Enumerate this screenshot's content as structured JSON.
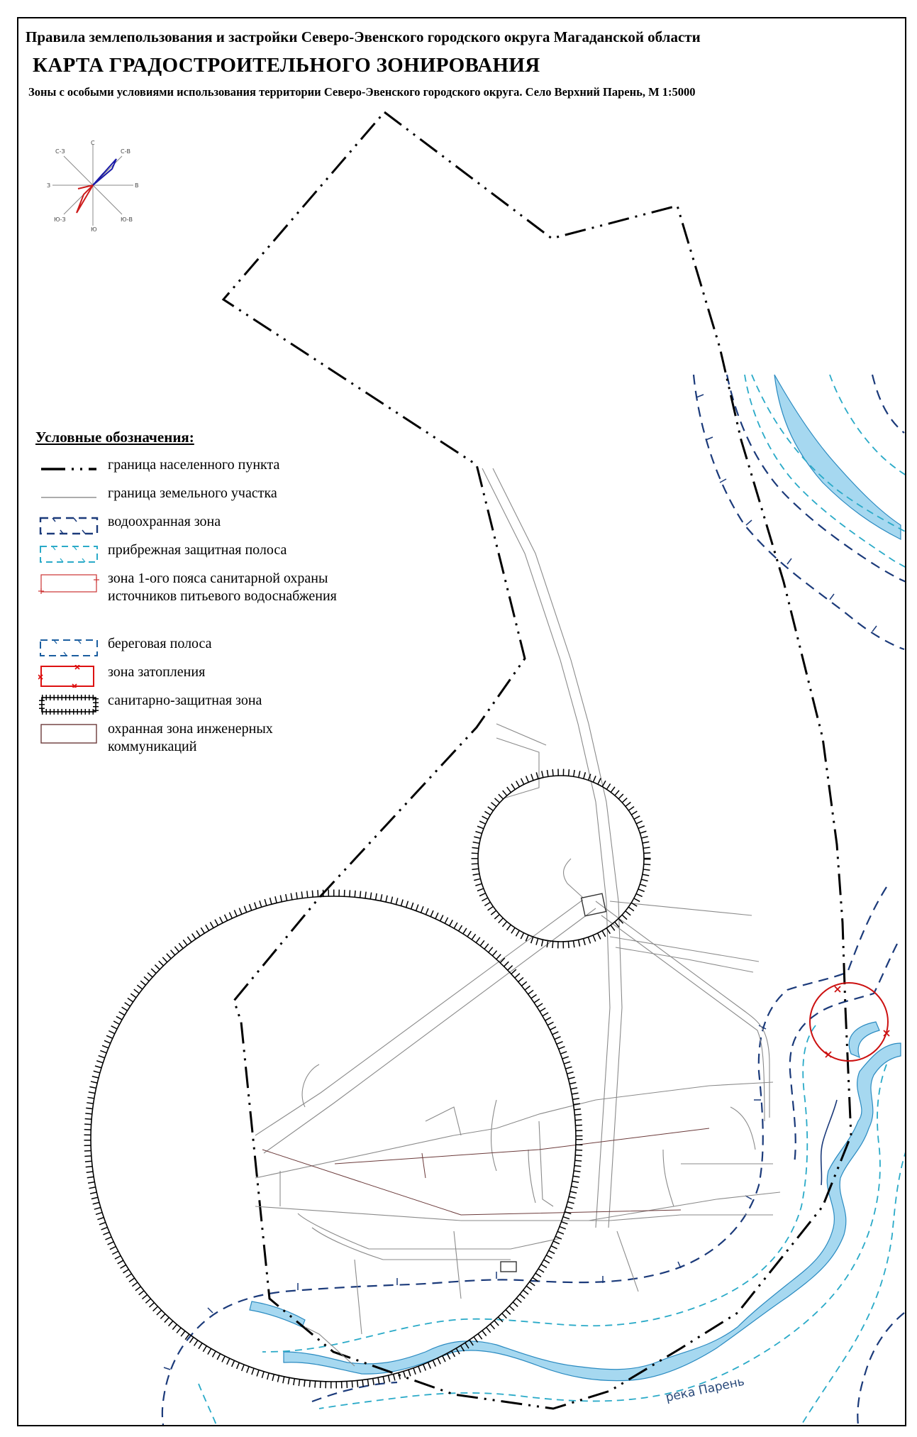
{
  "header": {
    "line1": "Правила землепользования и застройки Северо-Эвенского городского округа Магаданской области",
    "line2": "КАРТА ГРАДОСТРОИТЕЛЬНОГО ЗОНИРОВАНИЯ",
    "line3": "Зоны с особыми условиями использования территории Северо-Эвенского городского округа. Село Верхний Парень, М 1:5000"
  },
  "compass": {
    "n": "С",
    "s": "Ю",
    "e": "В",
    "w": "З",
    "ne": "С-В",
    "nw": "С-З",
    "se": "Ю-В",
    "sw": "Ю-З",
    "rose_colors": {
      "a": "#1a1aa8",
      "b": "#cc1a1a"
    }
  },
  "legend": {
    "title": "Условные обозначения:",
    "items": [
      {
        "label": "граница населенного пункта",
        "symbol": "settlement-boundary",
        "color": "#000000"
      },
      {
        "label": "граница земельного участка",
        "symbol": "land-plot-boundary",
        "color": "#7a7a7a"
      },
      {
        "label": "водоохранная зона",
        "symbol": "water-protection-zone",
        "color": "#1b3a7a"
      },
      {
        "label": "прибрежная защитная полоса",
        "symbol": "coastal-protective-strip",
        "color": "#2aaac8"
      },
      {
        "label": "зона 1-ого пояса санитарной охраны источников питьевого водоснабжения",
        "symbol": "sanitary-protection-belt",
        "color": "#cc3333"
      },
      {
        "label": "береговая полоса",
        "symbol": "shore-strip",
        "color": "#1b5ea0"
      },
      {
        "label": "зона затопления",
        "symbol": "flood-zone",
        "color": "#dd1111"
      },
      {
        "label": "санитарно-защитная зона",
        "symbol": "sanitary-protection-zone",
        "color": "#000000"
      },
      {
        "label": "охранная зона инженерных коммуникаций",
        "symbol": "utility-protection-zone",
        "color": "#6b3a3a"
      }
    ]
  },
  "map": {
    "river_label": "река Парень",
    "water_color": "#a6d8f0"
  }
}
